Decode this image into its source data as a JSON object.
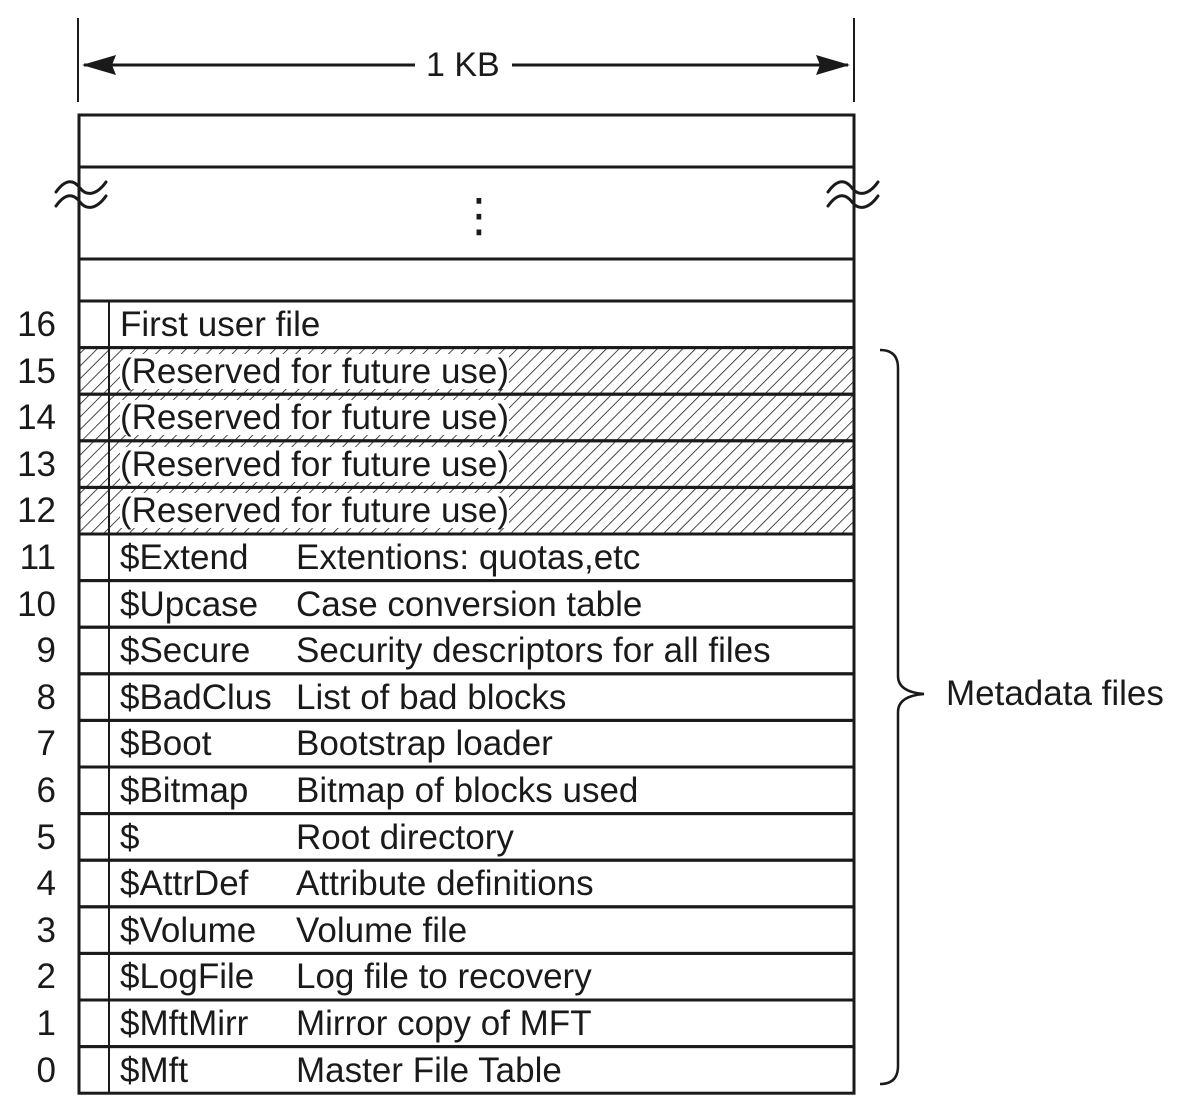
{
  "header": {
    "width_label": "1 KB"
  },
  "ellipsis": "⋮",
  "rows": [
    {
      "num": "16",
      "name": "First user file",
      "desc": "",
      "reserved": false
    },
    {
      "num": "15",
      "name": "(Reserved for future use)",
      "desc": "",
      "reserved": true
    },
    {
      "num": "14",
      "name": "(Reserved for future use)",
      "desc": "",
      "reserved": true
    },
    {
      "num": "13",
      "name": "(Reserved for future use)",
      "desc": "",
      "reserved": true
    },
    {
      "num": "12",
      "name": "(Reserved for future use)",
      "desc": "",
      "reserved": true
    },
    {
      "num": "11",
      "name": "$Extend",
      "desc": "Extentions: quotas,etc",
      "reserved": false
    },
    {
      "num": "10",
      "name": "$Upcase",
      "desc": "Case conversion table",
      "reserved": false
    },
    {
      "num": "9",
      "name": "$Secure",
      "desc": "Security descriptors for all files",
      "reserved": false
    },
    {
      "num": "8",
      "name": "$BadClus",
      "desc": "List of bad blocks",
      "reserved": false
    },
    {
      "num": "7",
      "name": "$Boot",
      "desc": "Bootstrap loader",
      "reserved": false
    },
    {
      "num": "6",
      "name": "$Bitmap",
      "desc": "Bitmap of blocks used",
      "reserved": false
    },
    {
      "num": "5",
      "name": "$",
      "desc": "Root directory",
      "reserved": false
    },
    {
      "num": "4",
      "name": "$AttrDef",
      "desc": "Attribute definitions",
      "reserved": false
    },
    {
      "num": "3",
      "name": "$Volume",
      "desc": "Volume file",
      "reserved": false
    },
    {
      "num": "2",
      "name": "$LogFile",
      "desc": "Log file to recovery",
      "reserved": false
    },
    {
      "num": "1",
      "name": "$MftMirr",
      "desc": "Mirror copy of MFT",
      "reserved": false
    },
    {
      "num": "0",
      "name": "$Mft",
      "desc": "Master File Table",
      "reserved": false
    }
  ],
  "bracket": {
    "label": "Metadata files"
  }
}
